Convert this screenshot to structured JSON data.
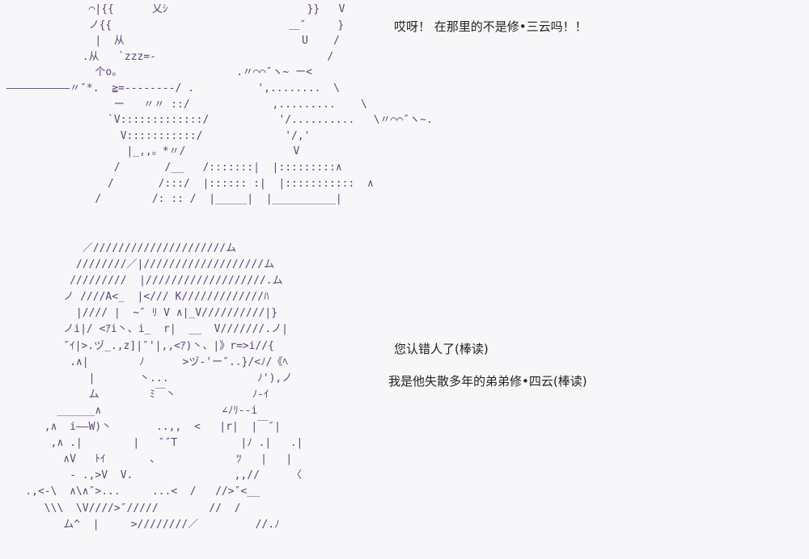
{
  "panel1": {
    "ascii_art": [
      "              ⌒|{{      乂ｼ                      }}   V",
      "              ノ{{                            ＿″     }",
      "               |  从                            U    /",
      "             .从   `zzz=-                           /",
      "               个o。                  .〃⌒⌒″ヽ~ ー<",
      " ――――――――――〃″*.  ≧=--------/ .          ',........  \\",
      "                  ー   〃〃 ::/             ,.........    \\",
      "                 `V:::::::::::::/           '/..........   \\〃⌒⌒″ヽ~.",
      "                   V:::::::::::/             '/,'",
      "                    |_,,。*〃/                 V",
      "                  /       /__   /:::::::|  |:::::::::∧",
      "                 /       /:::/  |:::::: :|  |:::::::::::  ∧",
      "               /        /: :: /  |_____|  |__________|"
    ],
    "speech": "哎呀！  在那里的不是修•三云吗！！"
  },
  "panel2": {
    "ascii_art": [
      "             ／/////////////////////ム",
      "            ////////／|///////////////////ム",
      "           /////////  |///////////////////.ム",
      "          ノ ////A<_  |</// K/////////////ﾊ",
      "            |//// |  ~″ ﾘ V ∧|_V//////////|}",
      "          ノi|/ <ｱi丶、i_  r|  __  V///////.ノ|",
      "          ″ｲ|>.ヅ_.,z]|″'|,,<ｱ)丶、|》r=>i//{",
      "           .∧|        ﾉ      >ヅ-'ー″..}/<ﾉ/《ﾍ",
      "              |       丶...              ﾉ'),ノ",
      "              ム        ﾐ￣丶            ﾉ-ｲ",
      "         ______∧                   ∠ﾉﾘ--i",
      "       ,∧  i――W)丶       ..,,  <   |r|  |￣″|",
      "        ,∧ .|        |   ″″T          |ﾉ .|   .|",
      "          ∧V   ﾄｲ       、            ﾂ   |   |",
      "           - .,>V  V.                ,,//     〈",
      "    .,<-\\  ∧\\∧″>...     ...<  /   //>″<__",
      "       \\\\\\  \\V////>″/////        //  /",
      "          ム^  |     >////////／         //.ﾉ"
    ],
    "speech_1": "您认错人了(棒读)",
    "speech_2": "我是他失散多年的弟弟修•四云(棒读)"
  }
}
